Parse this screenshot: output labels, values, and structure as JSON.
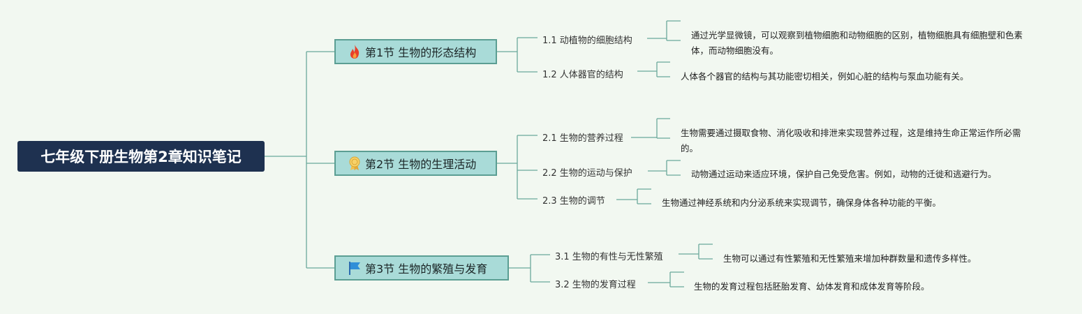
{
  "root": {
    "title": "七年级下册生物第2章知识笔记"
  },
  "sections": [
    {
      "label": "第1节 生物的形态结构",
      "icon": "fire-icon",
      "items": [
        {
          "label": "1.1 动植物的细胞结构",
          "detail": "通过光学显微镜，可以观察到植物细胞和动物细胞的区别，植物细胞具有细胞壁和色素体，而动物细胞没有。"
        },
        {
          "label": "1.2 人体器官的结构",
          "detail": "人体各个器官的结构与其功能密切相关，例如心脏的结构与泵血功能有关。"
        }
      ]
    },
    {
      "label": "第2节 生物的生理活动",
      "icon": "medal-icon",
      "items": [
        {
          "label": "2.1 生物的营养过程",
          "detail": "生物需要通过摄取食物、消化吸收和排泄来实现营养过程，这是维持生命正常运作所必需的。"
        },
        {
          "label": "2.2 生物的运动与保护",
          "detail": "动物通过运动来适应环境，保护自己免受危害。例如，动物的迁徙和逃避行为。"
        },
        {
          "label": "2.3 生物的调节",
          "detail": "生物通过神经系统和内分泌系统来实现调节，确保身体各种功能的平衡。"
        }
      ]
    },
    {
      "label": "第3节 生物的繁殖与发育",
      "icon": "flag-icon",
      "items": [
        {
          "label": "3.1 生物的有性与无性繁殖",
          "detail": "生物可以通过有性繁殖和无性繁殖来增加种群数量和遗传多样性。"
        },
        {
          "label": "3.2 生物的发育过程",
          "detail": "生物的发育过程包括胚胎发育、幼体发育和成体发育等阶段。"
        }
      ]
    }
  ],
  "colors": {
    "background": "#f2f8f1",
    "root": "#1e3150",
    "section_fill": "#a9dbd8",
    "section_border": "#5b9e93",
    "connector": "#6aa89b"
  }
}
